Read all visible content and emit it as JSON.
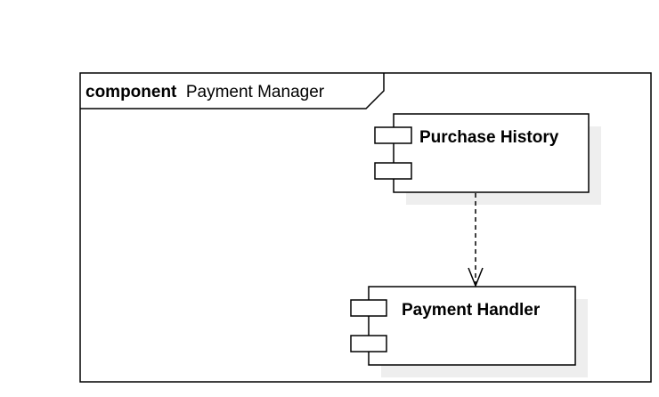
{
  "frame": {
    "keyword": "component",
    "name": "Payment Manager"
  },
  "components": [
    {
      "name": "Purchase History"
    },
    {
      "name": "Payment Handler"
    }
  ],
  "dependency": {
    "from": "Purchase History",
    "to": "Payment Handler",
    "style": "dashed-open-arrow"
  },
  "colors": {
    "stroke": "#000000",
    "fill": "#ffffff",
    "shadow": "#eeeeee"
  }
}
